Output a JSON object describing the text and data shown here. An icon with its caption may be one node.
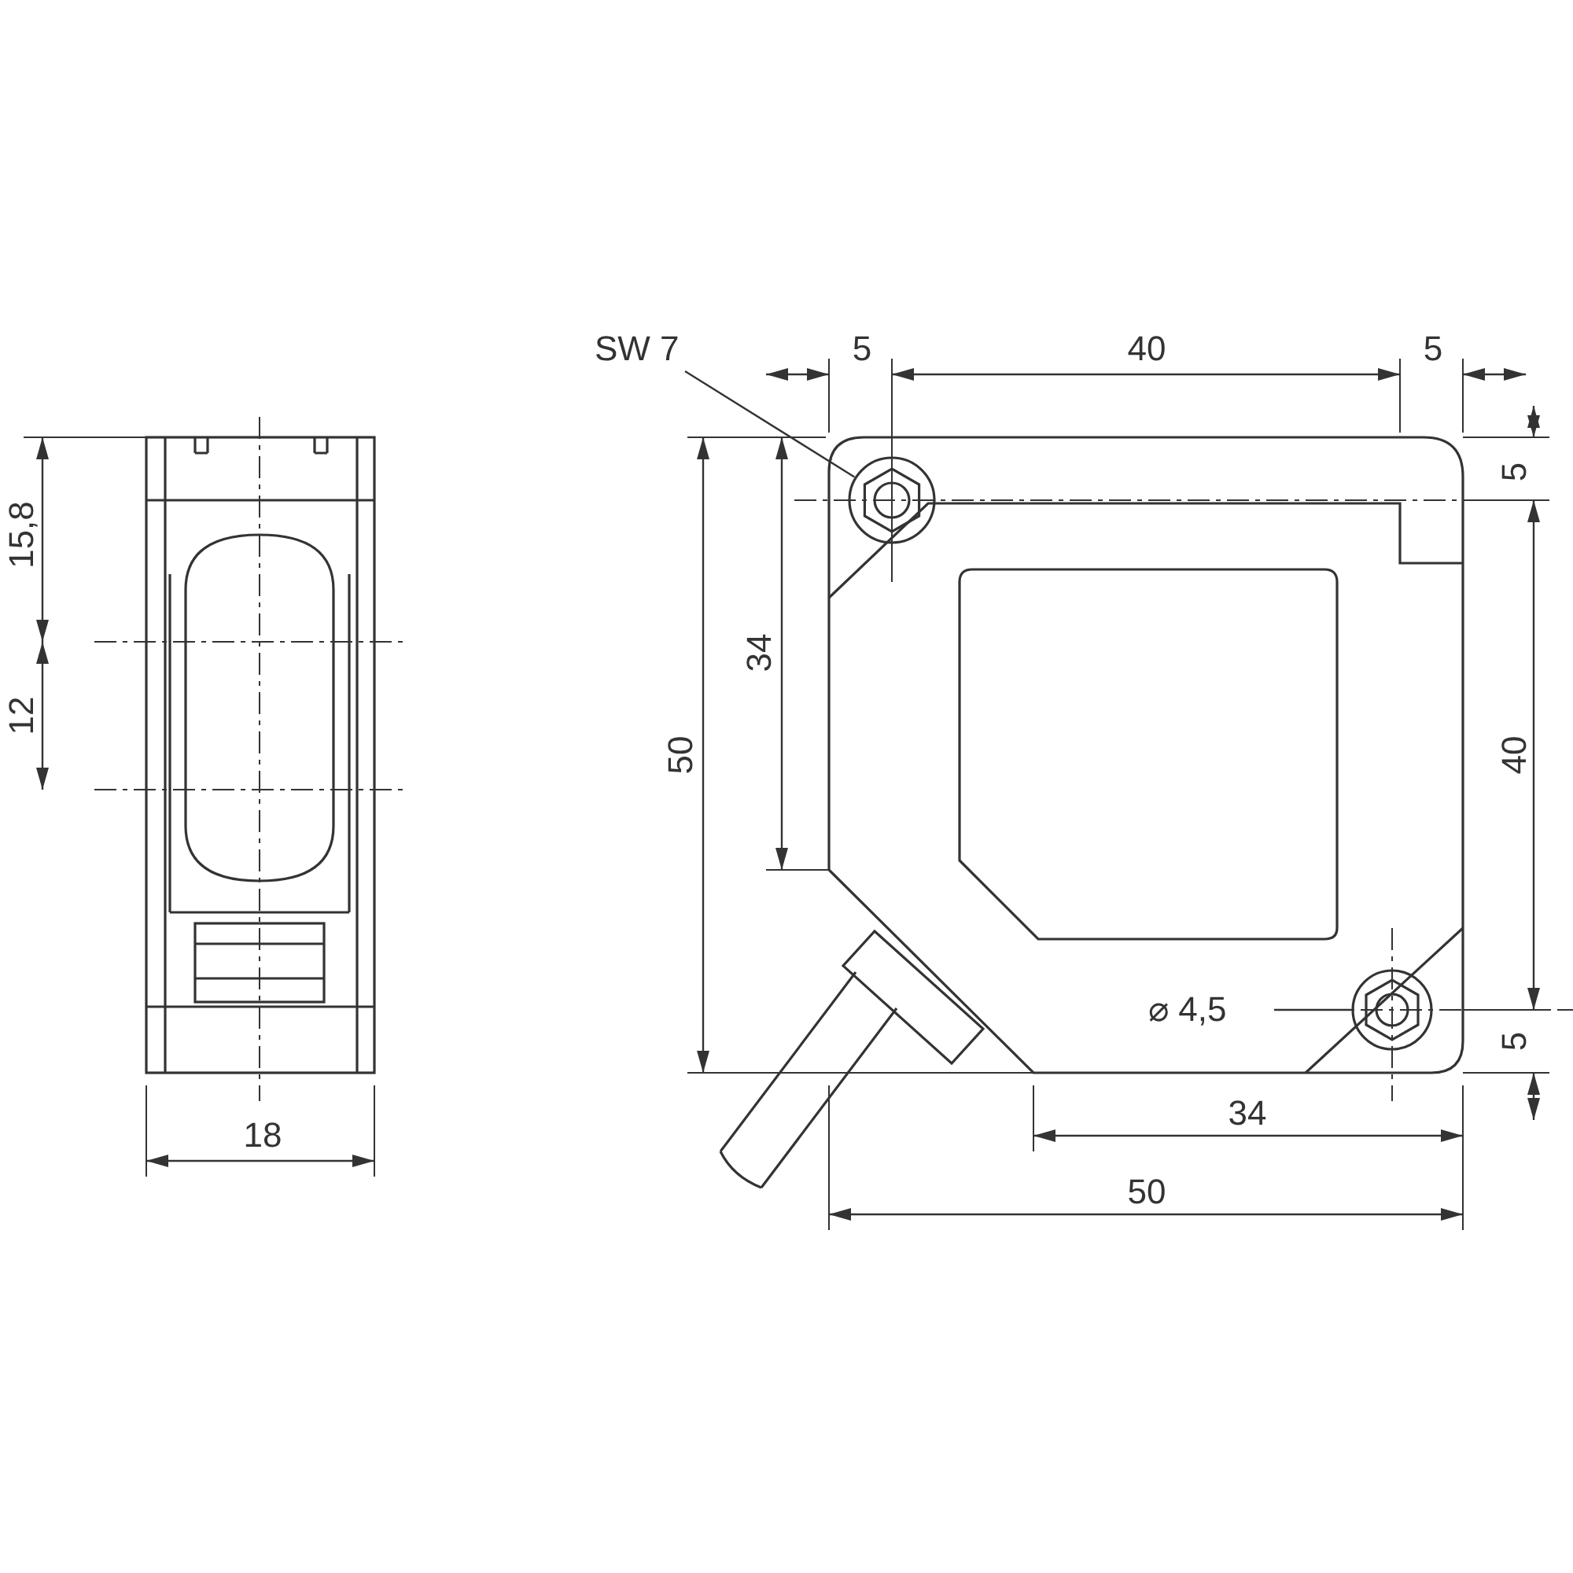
{
  "diagram": {
    "nodes": [
      {
        "text": [
          "SW 7"
        ]
      },
      {
        "text": [],
        "shape": "hexagon"
      },
      {
        "text": [
          "⌀ 4,5"
        ]
      },
      {
        "text": [],
        "shape": "circle"
      }
    ],
    "edges": [
      {
        "from": 0,
        "to": 1,
        "arrow": "none"
      },
      {
        "from": 2,
        "to": 3,
        "arrow": "none"
      }
    ],
    "labels": [
      "5",
      "40",
      "5",
      "5",
      "15,8",
      "34",
      "12",
      "50",
      "40",
      "5",
      "34",
      "18",
      "50"
    ]
  }
}
